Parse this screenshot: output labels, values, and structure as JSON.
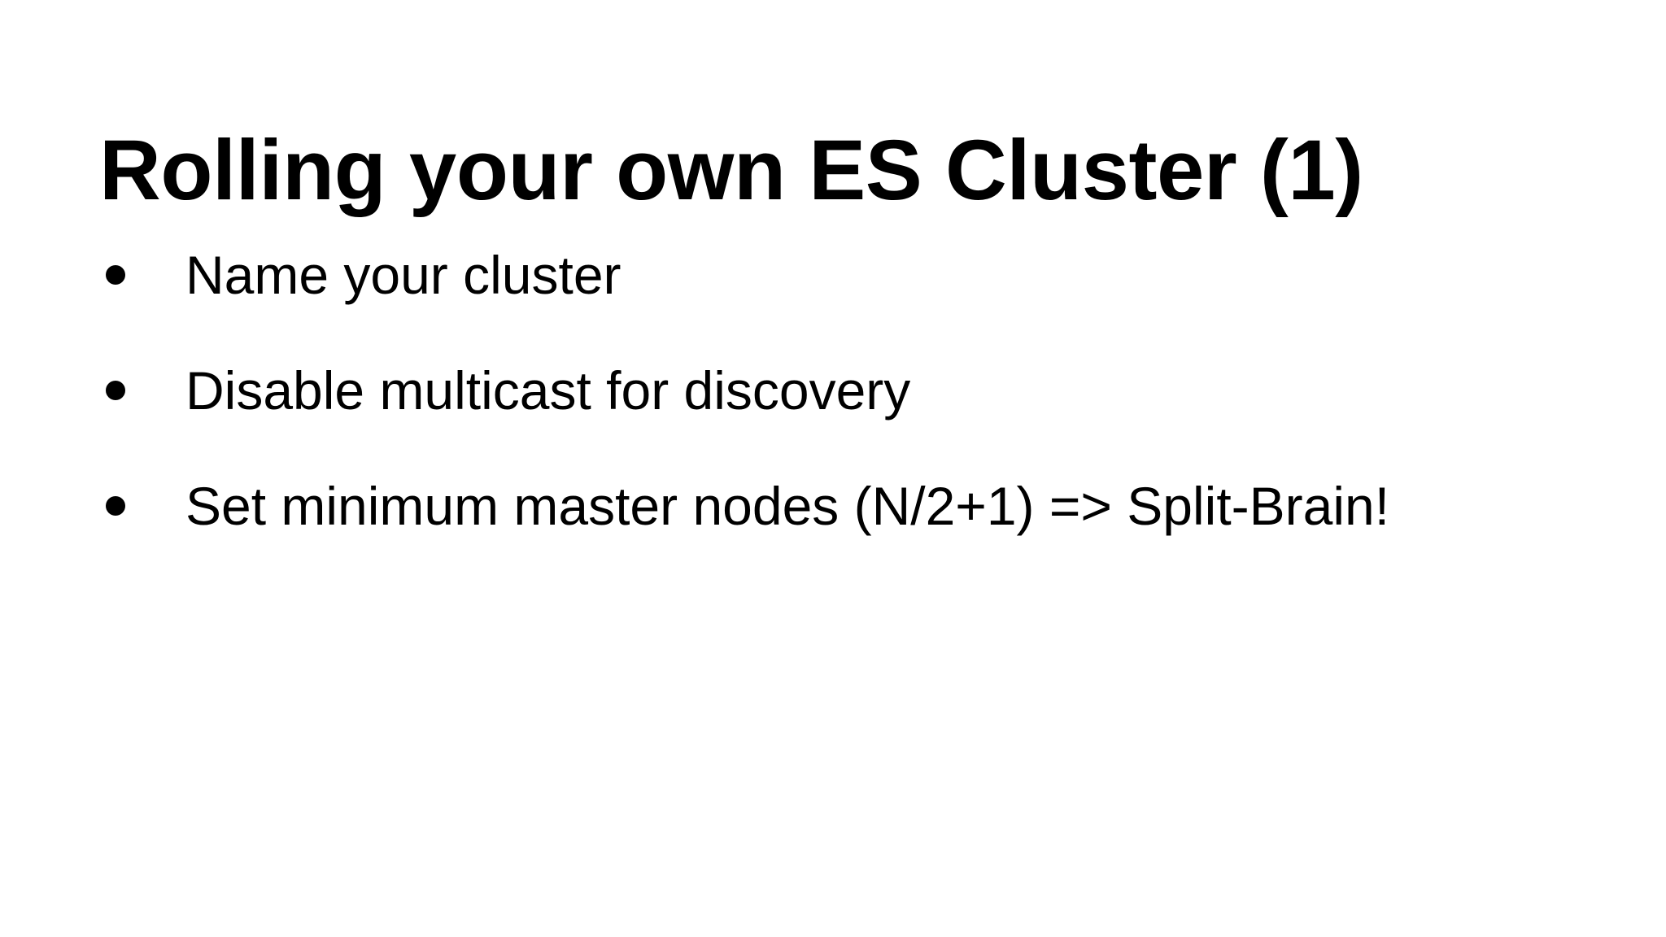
{
  "slide": {
    "background_color": "#ffffff",
    "text_color": "#000000",
    "title": "Rolling your own ES Cluster (1)",
    "bullet_glyph": "bullet-disc-icon",
    "bullets": [
      {
        "text": "Name your cluster"
      },
      {
        "text": "Disable multicast for discovery"
      },
      {
        "text": "Set minimum master nodes (N/2+1) => Split-Brain!"
      }
    ]
  }
}
